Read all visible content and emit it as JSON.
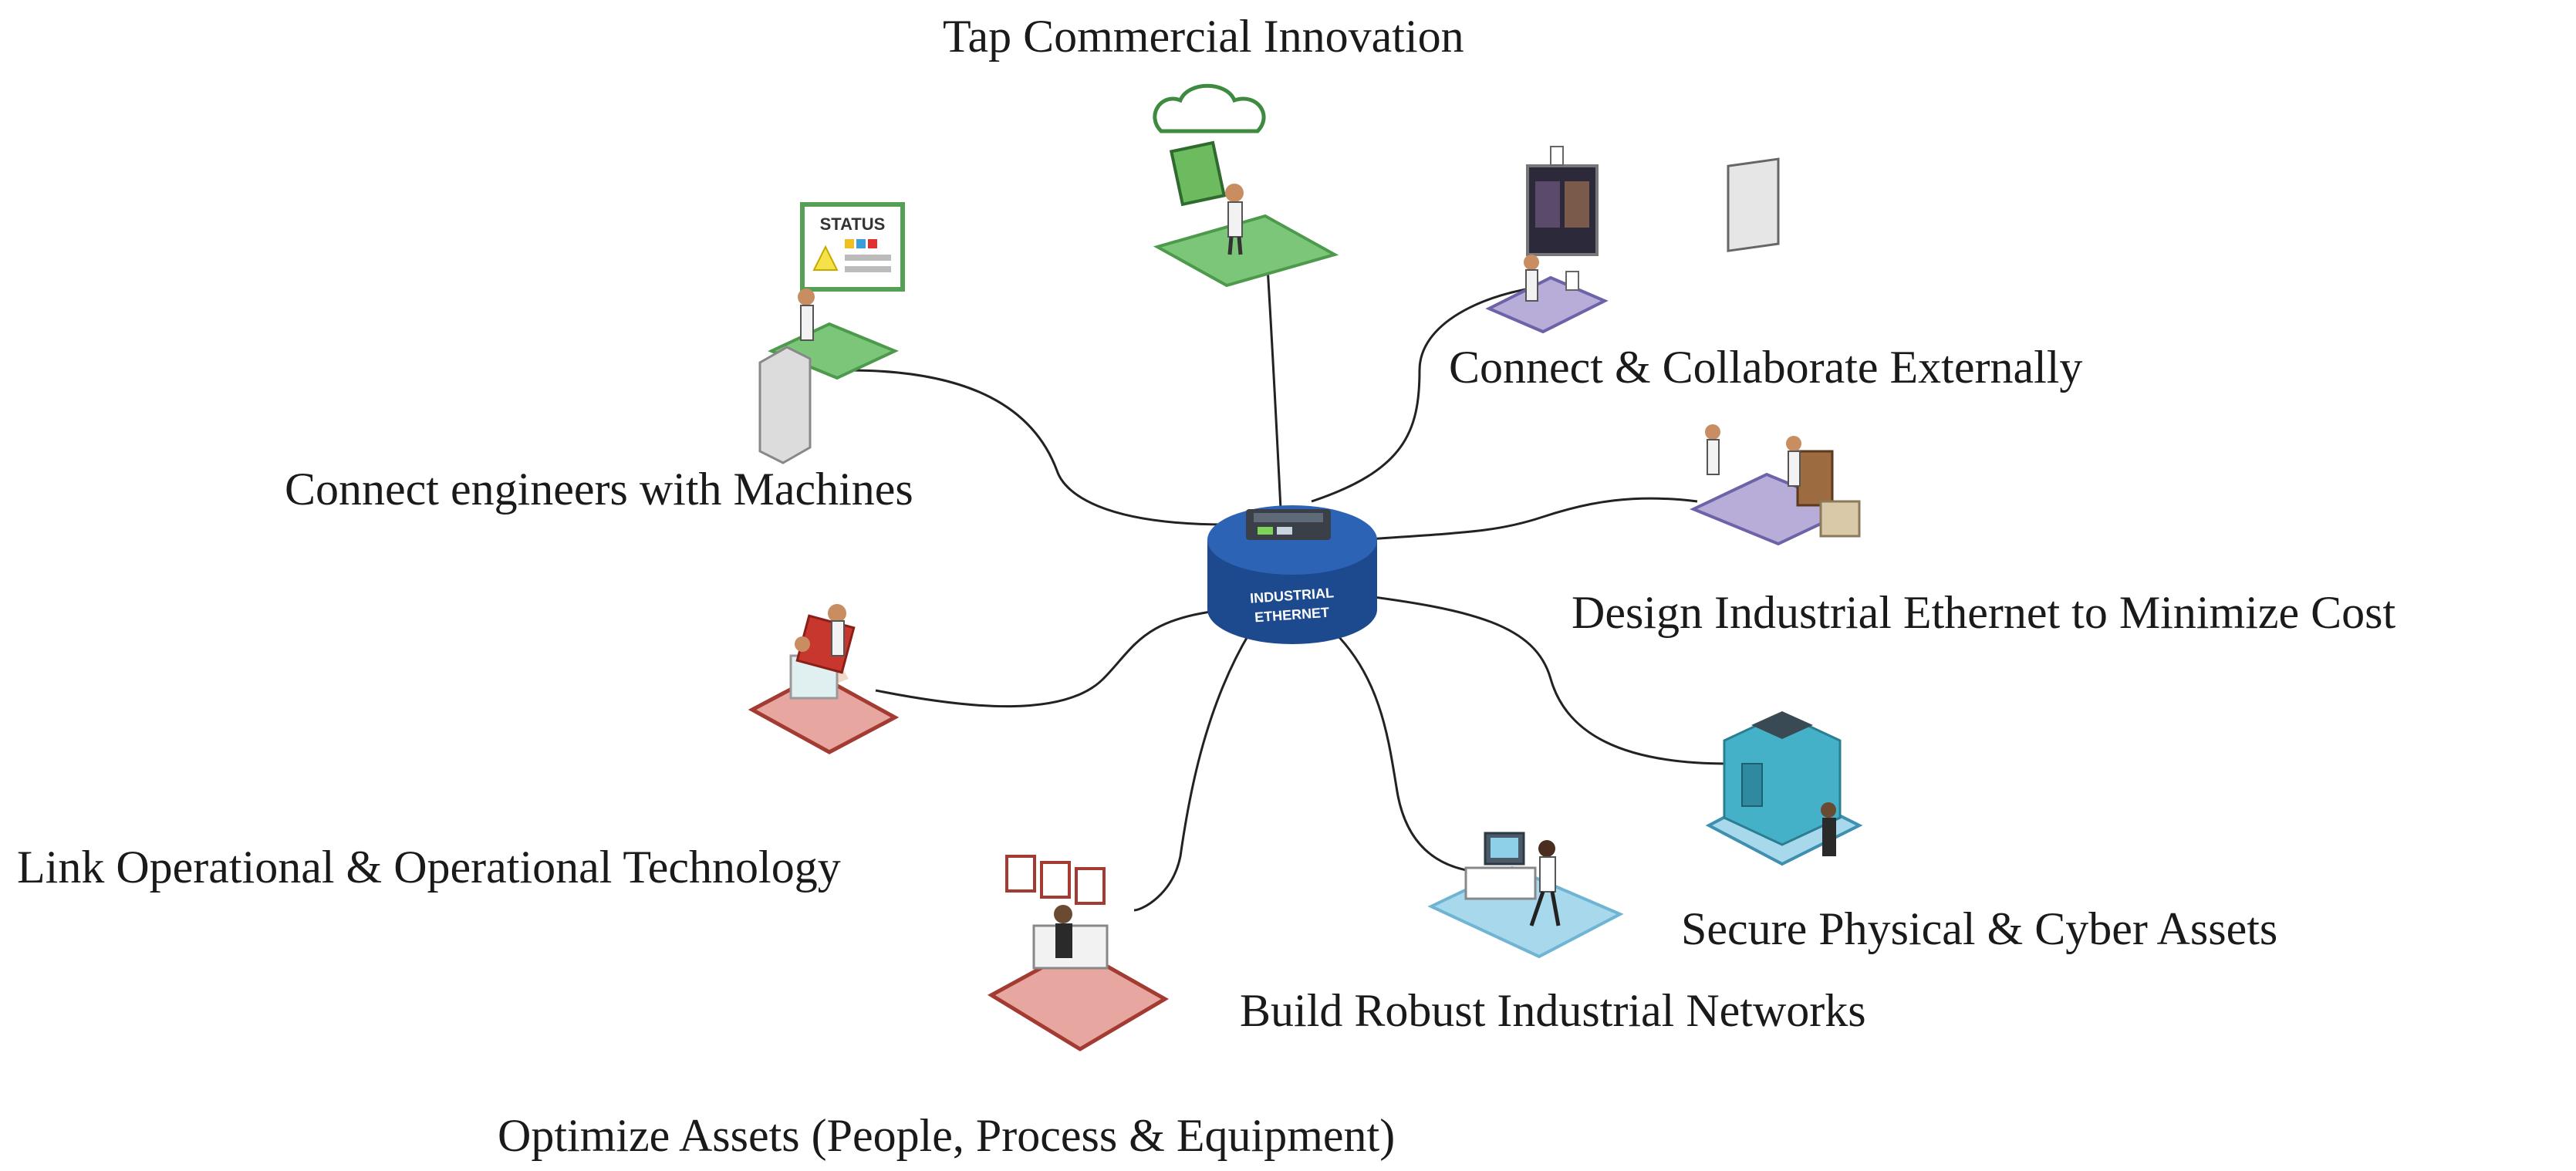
{
  "hub": {
    "line1": "INDUSTRIAL",
    "line2": "ETHERNET"
  },
  "nodes": [
    {
      "id": "tap",
      "label": "Tap Commercial Innovation"
    },
    {
      "id": "collab",
      "label": "Connect & Collaborate Externally"
    },
    {
      "id": "design",
      "label": "Design Industrial Ethernet to Minimize Cost"
    },
    {
      "id": "secure",
      "label": "Secure Physical & Cyber Assets"
    },
    {
      "id": "robust",
      "label": "Build Robust Industrial Networks"
    },
    {
      "id": "optimize",
      "label": "Optimize Assets (People, Process & Equipment)"
    },
    {
      "id": "link",
      "label": "Link Operational & Operational Technology"
    },
    {
      "id": "engineers",
      "label": "Connect engineers with Machines"
    }
  ],
  "status_board": {
    "title": "STATUS"
  },
  "colors": {
    "hub": "#1f4e96",
    "green": "#7cc67a",
    "purple": "#b7add8",
    "red": "#e8a6a0",
    "blue": "#a8d8ec",
    "teal": "#45b1c9"
  }
}
